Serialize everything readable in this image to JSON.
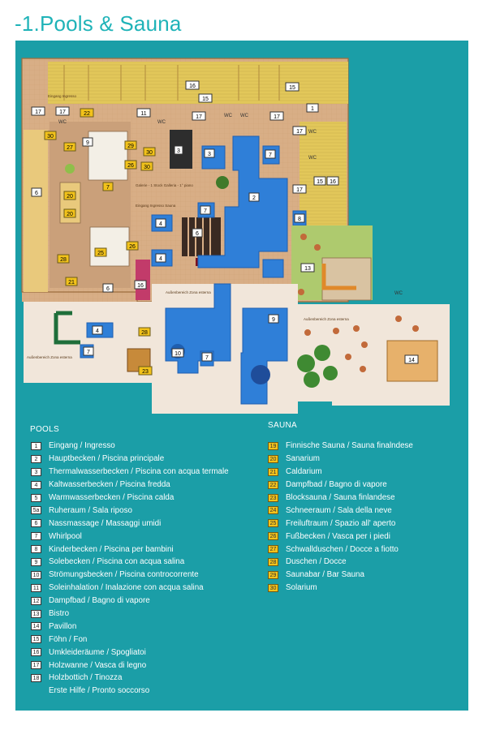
{
  "title": "-1.Pools & Sauna",
  "map_labels": {
    "entrance": "Eingang Ingresso",
    "gallery": "Galerie - 1 Stock Galleria - 1° piano",
    "sauna_entrance": "Eingang Ingresso Sauna",
    "outdoor_pools": "Außenbereich Zona esterna",
    "outdoor_sauna": "Außenbereich Zona esterna",
    "outdoor_left": "Außenbereich Zona esterna",
    "wc": "WC"
  },
  "legend": {
    "pools_heading": "POOLS",
    "sauna_heading": "SAUNA",
    "pools": [
      {
        "num": "1",
        "label": "Eingang / Ingresso"
      },
      {
        "num": "2",
        "label": "Hauptbecken / Piscina principale"
      },
      {
        "num": "3",
        "label": "Thermalwasserbecken / Piscina con acqua termale"
      },
      {
        "num": "4",
        "label": "Kaltwasserbecken / Piscina fredda"
      },
      {
        "num": "5",
        "label": "Warmwasserbecken / Piscina calda"
      },
      {
        "num": "5a",
        "label": "Ruheraum / Sala riposo"
      },
      {
        "num": "6",
        "label": "Nassmassage / Massaggi umidi"
      },
      {
        "num": "7",
        "label": "Whirlpool"
      },
      {
        "num": "8",
        "label": "Kinderbecken / Piscina per bambini"
      },
      {
        "num": "9",
        "label": "Solebecken / Piscina con acqua salina"
      },
      {
        "num": "10",
        "label": "Strömungsbecken / Piscina controcorrente"
      },
      {
        "num": "11",
        "label": "Soleinhalation / Inalazione con acqua salina"
      },
      {
        "num": "12",
        "label": "Dampfbad / Bagno di vapore"
      },
      {
        "num": "13",
        "label": "Bistro"
      },
      {
        "num": "14",
        "label": "Pavillon"
      },
      {
        "num": "15",
        "label": "Föhn / Fon"
      },
      {
        "num": "16",
        "label": "Umkleideräume / Spogliatoi"
      },
      {
        "num": "17",
        "label": "Holzwanne / Vasca di legno"
      },
      {
        "num": "18",
        "label": "Holzbottich / Tinozza"
      },
      {
        "num": "",
        "label": "Erste Hilfe / Pronto soccorso"
      }
    ],
    "sauna": [
      {
        "num": "19",
        "label": "Finnische Sauna / Sauna finalndese"
      },
      {
        "num": "20",
        "label": "Sanarium"
      },
      {
        "num": "21",
        "label": "Caldarium"
      },
      {
        "num": "22",
        "label": "Dampfbad / Bagno di vapore"
      },
      {
        "num": "23",
        "label": "Blocksauna / Sauna finlandese"
      },
      {
        "num": "24",
        "label": "Schneeraum / Sala della neve"
      },
      {
        "num": "25",
        "label": "Freiluftraum / Spazio all' aperto"
      },
      {
        "num": "26",
        "label": "Fußbecken / Vasca per i piedi"
      },
      {
        "num": "27",
        "label": "Schwallduschen / Docce a fiotto"
      },
      {
        "num": "28",
        "label": "Duschen / Docce"
      },
      {
        "num": "29",
        "label": "Saunabar / Bar Sauna"
      },
      {
        "num": "30",
        "label": "Solarium"
      }
    ]
  },
  "colors": {
    "panel": "#1b9ea7",
    "title": "#1fb3b8",
    "floor": "#d9b08a",
    "pool_blue": "#2f7fd8",
    "sauna_badge": "#f2c21b",
    "changing": "#e0c64a",
    "terrace": "#f1e6da",
    "lawn": "#aeca6e"
  }
}
